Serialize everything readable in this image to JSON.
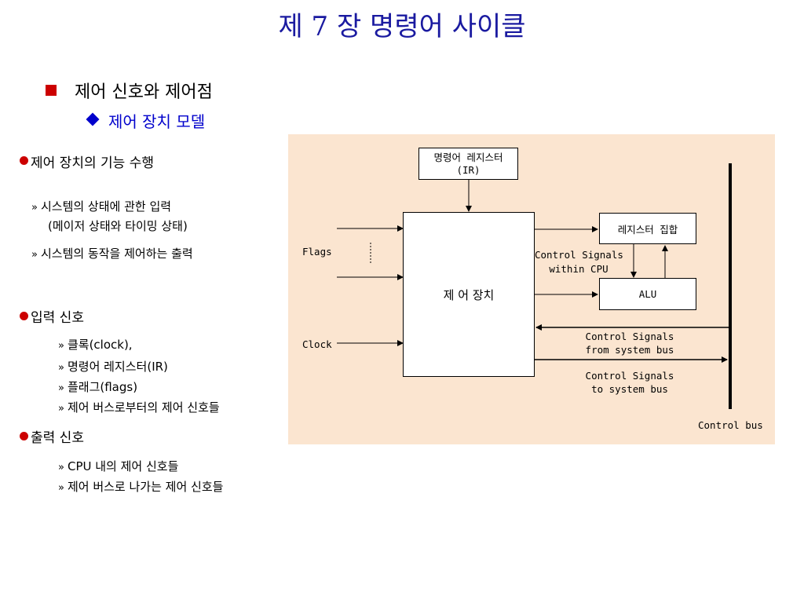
{
  "title": "제 7 장 명령어 사이클",
  "section": "제어 신호와 제어점",
  "subsection": "제어 장치 모델",
  "bullets": [
    {
      "heading": "제어 장치의 기능 수행",
      "items": [
        "시스템의 상태에 관한 입력",
        "(메이저 상태와 타이밍 상태)",
        "시스템의 동작을 제어하는 출력"
      ]
    },
    {
      "heading": "입력 신호",
      "items": [
        "클록(clock),",
        "명령어 레지스터(IR)",
        "플래그(flags)",
        "제어 버스로부터의 제어 신호들"
      ]
    },
    {
      "heading": "출력 신호",
      "items": [
        "CPU 내의 제어 신호들",
        "제어 버스로 나가는 제어 신호들"
      ]
    }
  ],
  "diagram": {
    "ir_box": [
      "명령어 레지스터",
      "(IR)"
    ],
    "control_unit": "제 어 장치",
    "register_set": "레지스터 집합",
    "alu": "ALU",
    "flags": "Flags",
    "clock": "Clock",
    "cs_within": [
      "Control Signals",
      "within CPU"
    ],
    "cs_from": [
      "Control Signals",
      "from system bus"
    ],
    "cs_to": [
      "Control Signals",
      "to system bus"
    ],
    "control_bus": "Control bus"
  },
  "colors": {
    "title": "#1a1aa0",
    "accent_red": "#cc0000",
    "accent_blue": "#0000cc",
    "diagram_bg": "#fbe5d0"
  }
}
